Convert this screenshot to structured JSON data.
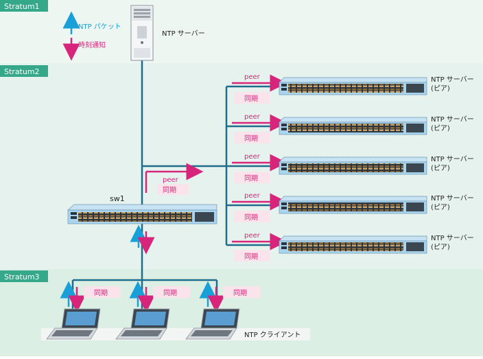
{
  "colors": {
    "stratum_bg_1": "#eef6f2",
    "stratum_bg_2": "#e6f2ed",
    "stratum_bg_3": "#dcefe5",
    "stratum_tab": "#35a88a",
    "link": "#1e6d8c",
    "ntp_packet": "#1aa0d8",
    "time_notify": "#d6257a",
    "peer": "#d6257a",
    "sync_box": "#fbe3ec",
    "switch_body": "#a9d4ee",
    "switch_face": "#2a3540"
  },
  "strata": [
    {
      "label": "Stratum1"
    },
    {
      "label": "Stratum2"
    },
    {
      "label": "Stratum3"
    }
  ],
  "legend": {
    "ntp_packet": "NTP パケット",
    "time_notify": "時刻通知"
  },
  "stratum1_server": {
    "label": "NTP サーバー",
    "icon": "server-tower-icon"
  },
  "sw1": {
    "label": "sw1",
    "icon": "network-switch-icon"
  },
  "sw1_peer": {
    "peer": "peer",
    "sync": "同期"
  },
  "peer_servers": [
    {
      "line1": "NTP サーバー",
      "line2": "(ピア)",
      "peer": "peer",
      "sync": "同期"
    },
    {
      "line1": "NTP サーバー",
      "line2": "(ピア)",
      "peer": "peer",
      "sync": "同期"
    },
    {
      "line1": "NTP サーバー",
      "line2": "(ピア)",
      "peer": "peer",
      "sync": "同期"
    },
    {
      "line1": "NTP サーバー",
      "line2": "(ピア)",
      "peer": "peer",
      "sync": "同期"
    },
    {
      "line1": "NTP サーバー",
      "line2": "(ピア)",
      "peer": "peer",
      "sync": "同期"
    }
  ],
  "clients": [
    {
      "sync": "同期",
      "icon": "laptop-icon"
    },
    {
      "sync": "同期",
      "icon": "laptop-icon"
    },
    {
      "sync": "同期",
      "icon": "laptop-icon"
    }
  ],
  "clients_label": "NTP クライアント"
}
